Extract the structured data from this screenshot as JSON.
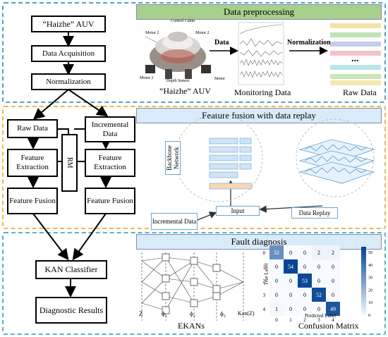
{
  "flow": {
    "auv": "“Haizhe” AUV",
    "acquisition": "Data Acquisition",
    "normalization": "Normalization",
    "raw": "Raw Data",
    "incremental": "Incremental Data",
    "fe_left": "Feature Extraction",
    "fe_right": "Feature Extraction",
    "rm": "RM",
    "ff_left": "Feature Fusion",
    "ff_right": "Feature Fusion",
    "kan": "KAN Classifier",
    "diag": "Diagnostic Results"
  },
  "preprocess": {
    "title": "Data preprocessing",
    "arrow_data": "Data",
    "arrow_norm": "Normalization",
    "auv_caption": "“Haizhe” AUV",
    "monitoring_caption": "Monitoring Data",
    "raw_caption": "Raw Data",
    "ellipsis": "...",
    "auv_labels": {
      "control": "Control Cabin",
      "motor2a": "Motor 2",
      "motor2b": "Motor 2",
      "motor2c": "Motor 2",
      "depth": "Depth Sensor",
      "motor": "Motor"
    },
    "stripe_colors": [
      "#f6e3a8",
      "#bfe3b5",
      "#c4cdee",
      "#f2c3c9",
      "#b9e6e6",
      "#c9e6b5",
      "#f3e8b0"
    ]
  },
  "fusion": {
    "title": "Feature fusion with data replay",
    "backbone": "Backbone Network",
    "input": "Input",
    "incremental": "Incremental Data",
    "replay": "Data Replay"
  },
  "diagnosis": {
    "title": "Fault diagnosis",
    "ekans": "EKANs",
    "confusion": "Confusion Matrix",
    "true_label": "True Label",
    "predicted_label": "Predicted Label",
    "z": "Z",
    "phi1": "ϕ₁",
    "phi2": "ϕ₂",
    "phi3": "ϕ₃",
    "kanz": "Kan(Z)",
    "matrix": [
      [
        32,
        0,
        0,
        2,
        2
      ],
      [
        0,
        54,
        0,
        0,
        0
      ],
      [
        0,
        0,
        53,
        0,
        0
      ],
      [
        0,
        0,
        0,
        52,
        0
      ],
      [
        1,
        0,
        0,
        0,
        49
      ]
    ],
    "row_ticks": [
      "0",
      "1",
      "2",
      "3",
      "4"
    ],
    "col_ticks": [
      "0",
      "1",
      "2",
      "3",
      "4"
    ],
    "colorbar_ticks": [
      "50",
      "40",
      "30",
      "20",
      "10",
      "0"
    ]
  },
  "colors": {
    "panel_green": "#f2b84b",
    "panel_orange": "#f2b84b",
    "panel_teal": "#4fb7d0",
    "banner_green": "#a8d08d",
    "banner_blue": "#d7ecf8"
  }
}
